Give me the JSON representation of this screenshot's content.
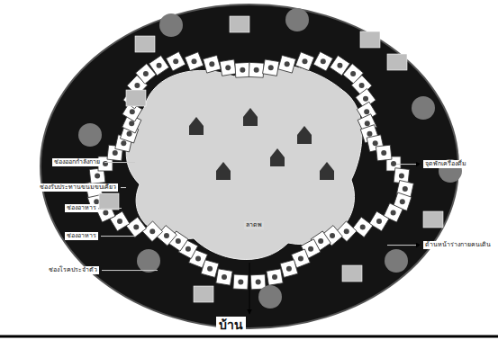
{
  "diagram": {
    "labels": [
      "ช่องออกกำลังกาย",
      "ช่องรับประทานขนมขบเคี้ยว",
      "ช่องอาหาร",
      "ช่องอาหาร",
      "ช่องโรคประจำตัว",
      "จุดพักเครื่องดื่ม",
      "ด้านหน้าร่างกายคนเดิน",
      "บ้าน",
      "ลาดพ"
    ]
  }
}
